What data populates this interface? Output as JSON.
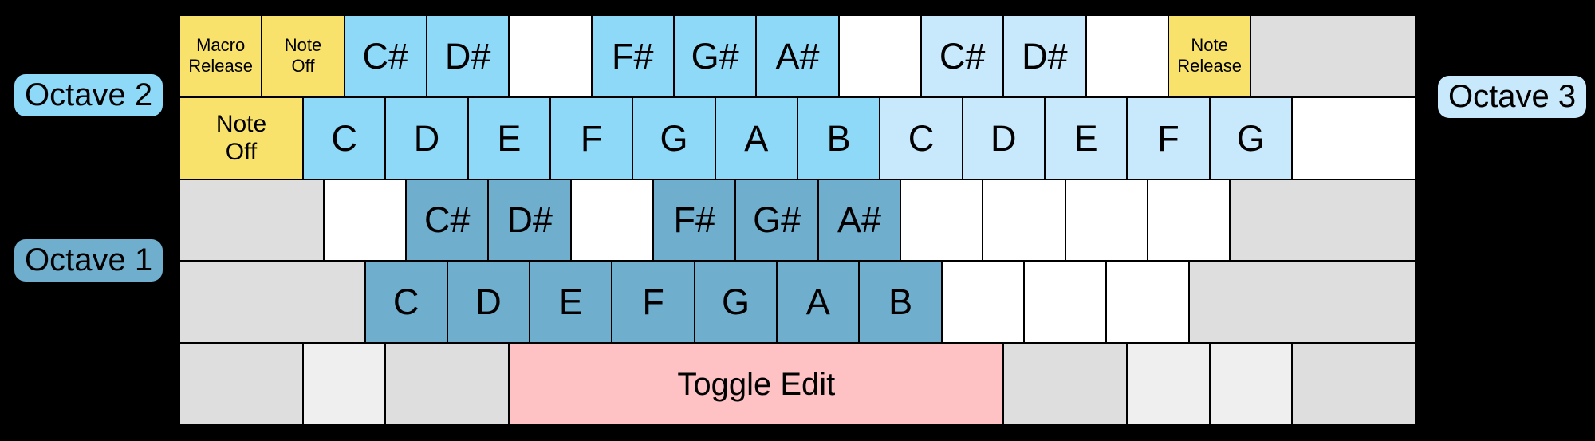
{
  "colors": {
    "background": "#000000",
    "yellow": "#F8E26B",
    "octave2_blue": "#8ED9F8",
    "octave3_blue": "#C8E9FB",
    "octave1_blue": "#6FAECD",
    "pink": "#FFC2C4",
    "gray": "#DEDEDE",
    "light_gray": "#EFEFEF",
    "white": "#FFFFFF",
    "key_border": "#000000",
    "text": "#000000"
  },
  "octave_labels": {
    "octave2": {
      "text": "Octave 2",
      "color": "octave2_blue"
    },
    "octave1": {
      "text": "Octave 1",
      "color": "octave1_blue"
    },
    "octave3": {
      "text": "Octave 3",
      "color": "octave3_blue"
    }
  },
  "keyboard": {
    "rows": [
      {
        "keys": [
          {
            "name": "key-macro-release",
            "lines": [
              "Macro",
              "Release"
            ],
            "units": 1,
            "color": "yellow",
            "size": "sm"
          },
          {
            "name": "key-note-off",
            "lines": [
              "Note",
              "Off"
            ],
            "units": 1,
            "color": "yellow",
            "size": "sm"
          },
          {
            "name": "key-note-c-sharp-octave2",
            "label": "C#",
            "units": 1,
            "color": "octave2_blue"
          },
          {
            "name": "key-note-d-sharp-octave2",
            "label": "D#",
            "units": 1,
            "color": "octave2_blue"
          },
          {
            "name": "key-blank",
            "units": 1,
            "color": "white"
          },
          {
            "name": "key-note-f-sharp-octave2",
            "label": "F#",
            "units": 1,
            "color": "octave2_blue"
          },
          {
            "name": "key-note-g-sharp-octave2",
            "label": "G#",
            "units": 1,
            "color": "octave2_blue"
          },
          {
            "name": "key-note-a-sharp-octave2",
            "label": "A#",
            "units": 1,
            "color": "octave2_blue"
          },
          {
            "name": "key-blank",
            "units": 1,
            "color": "white"
          },
          {
            "name": "key-note-c-sharp-octave3",
            "label": "C#",
            "units": 1,
            "color": "octave3_blue"
          },
          {
            "name": "key-note-d-sharp-octave3",
            "label": "D#",
            "units": 1,
            "color": "octave3_blue"
          },
          {
            "name": "key-blank",
            "units": 1,
            "color": "white"
          },
          {
            "name": "key-note-release",
            "lines": [
              "Note",
              "Release"
            ],
            "units": 1,
            "color": "yellow",
            "size": "sm"
          },
          {
            "name": "key-blank-gray",
            "units": 2,
            "color": "gray"
          }
        ]
      },
      {
        "keys": [
          {
            "name": "key-note-off-wide",
            "lines": [
              "Note",
              "Off"
            ],
            "units": 1.5,
            "color": "yellow",
            "size": "md"
          },
          {
            "name": "key-note-c-octave2",
            "label": "C",
            "units": 1,
            "color": "octave2_blue"
          },
          {
            "name": "key-note-d-octave2",
            "label": "D",
            "units": 1,
            "color": "octave2_blue"
          },
          {
            "name": "key-note-e-octave2",
            "label": "E",
            "units": 1,
            "color": "octave2_blue"
          },
          {
            "name": "key-note-f-octave2",
            "label": "F",
            "units": 1,
            "color": "octave2_blue"
          },
          {
            "name": "key-note-g-octave2",
            "label": "G",
            "units": 1,
            "color": "octave2_blue"
          },
          {
            "name": "key-note-a-octave2",
            "label": "A",
            "units": 1,
            "color": "octave2_blue"
          },
          {
            "name": "key-note-b-octave2",
            "label": "B",
            "units": 1,
            "color": "octave2_blue"
          },
          {
            "name": "key-note-c-octave3",
            "label": "C",
            "units": 1,
            "color": "octave3_blue"
          },
          {
            "name": "key-note-d-octave3",
            "label": "D",
            "units": 1,
            "color": "octave3_blue"
          },
          {
            "name": "key-note-e-octave3",
            "label": "E",
            "units": 1,
            "color": "octave3_blue"
          },
          {
            "name": "key-note-f-octave3",
            "label": "F",
            "units": 1,
            "color": "octave3_blue"
          },
          {
            "name": "key-note-g-octave3",
            "label": "G",
            "units": 1,
            "color": "octave3_blue"
          },
          {
            "name": "key-blank",
            "units": 1.5,
            "color": "white"
          }
        ]
      },
      {
        "keys": [
          {
            "name": "key-blank-gray",
            "units": 1.75,
            "color": "gray"
          },
          {
            "name": "key-blank",
            "units": 1,
            "color": "white"
          },
          {
            "name": "key-note-c-sharp-octave1",
            "label": "C#",
            "units": 1,
            "color": "octave1_blue"
          },
          {
            "name": "key-note-d-sharp-octave1",
            "label": "D#",
            "units": 1,
            "color": "octave1_blue"
          },
          {
            "name": "key-blank",
            "units": 1,
            "color": "white"
          },
          {
            "name": "key-note-f-sharp-octave1",
            "label": "F#",
            "units": 1,
            "color": "octave1_blue"
          },
          {
            "name": "key-note-g-sharp-octave1",
            "label": "G#",
            "units": 1,
            "color": "octave1_blue"
          },
          {
            "name": "key-note-a-sharp-octave1",
            "label": "A#",
            "units": 1,
            "color": "octave1_blue"
          },
          {
            "name": "key-blank",
            "units": 1,
            "color": "white"
          },
          {
            "name": "key-blank",
            "units": 1,
            "color": "white"
          },
          {
            "name": "key-blank",
            "units": 1,
            "color": "white"
          },
          {
            "name": "key-blank",
            "units": 1,
            "color": "white"
          },
          {
            "name": "key-blank-gray",
            "units": 2.25,
            "color": "gray"
          }
        ]
      },
      {
        "keys": [
          {
            "name": "key-blank-gray",
            "units": 2.25,
            "color": "gray"
          },
          {
            "name": "key-note-c-octave1",
            "label": "C",
            "units": 1,
            "color": "octave1_blue"
          },
          {
            "name": "key-note-d-octave1",
            "label": "D",
            "units": 1,
            "color": "octave1_blue"
          },
          {
            "name": "key-note-e-octave1",
            "label": "E",
            "units": 1,
            "color": "octave1_blue"
          },
          {
            "name": "key-note-f-octave1",
            "label": "F",
            "units": 1,
            "color": "octave1_blue"
          },
          {
            "name": "key-note-g-octave1",
            "label": "G",
            "units": 1,
            "color": "octave1_blue"
          },
          {
            "name": "key-note-a-octave1",
            "label": "A",
            "units": 1,
            "color": "octave1_blue"
          },
          {
            "name": "key-note-b-octave1",
            "label": "B",
            "units": 1,
            "color": "octave1_blue"
          },
          {
            "name": "key-blank",
            "units": 1,
            "color": "white"
          },
          {
            "name": "key-blank",
            "units": 1,
            "color": "white"
          },
          {
            "name": "key-blank",
            "units": 1,
            "color": "white"
          },
          {
            "name": "key-blank-gray",
            "units": 2.75,
            "color": "gray"
          }
        ]
      },
      {
        "keys": [
          {
            "name": "key-blank-gray",
            "units": 1.5,
            "color": "gray"
          },
          {
            "name": "key-blank-lightgray",
            "units": 1,
            "color": "light_gray"
          },
          {
            "name": "key-blank-gray",
            "units": 1.5,
            "color": "gray"
          },
          {
            "name": "key-toggle-edit",
            "label": "Toggle Edit",
            "units": 6,
            "color": "pink",
            "size": "wide-label"
          },
          {
            "name": "key-blank-gray",
            "units": 1.5,
            "color": "gray"
          },
          {
            "name": "key-blank-lightgray",
            "units": 1,
            "color": "light_gray"
          },
          {
            "name": "key-blank-lightgray",
            "units": 1,
            "color": "light_gray"
          },
          {
            "name": "key-blank-gray",
            "units": 1.5,
            "color": "gray"
          }
        ]
      }
    ]
  }
}
